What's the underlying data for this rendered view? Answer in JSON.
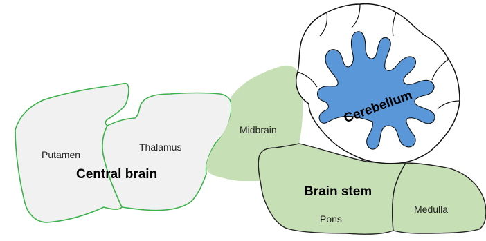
{
  "colors": {
    "central_fill": "#f1f1f1",
    "central_stroke": "#3bb24a",
    "stem_fill": "#c6dfb4",
    "stem_stroke": "#222222",
    "cerebellum_fill": "#ffffff",
    "cerebellum_core": "#5a97d8",
    "outline": "#111111"
  },
  "labels": {
    "putamen": "Putamen",
    "thalamus": "Thalamus",
    "central_brain": "Central brain",
    "midbrain": "Midbrain",
    "cerebellum": "Cerebellum",
    "brain_stem": "Brain stem",
    "pons": "Pons",
    "medulla": "Medulla"
  }
}
